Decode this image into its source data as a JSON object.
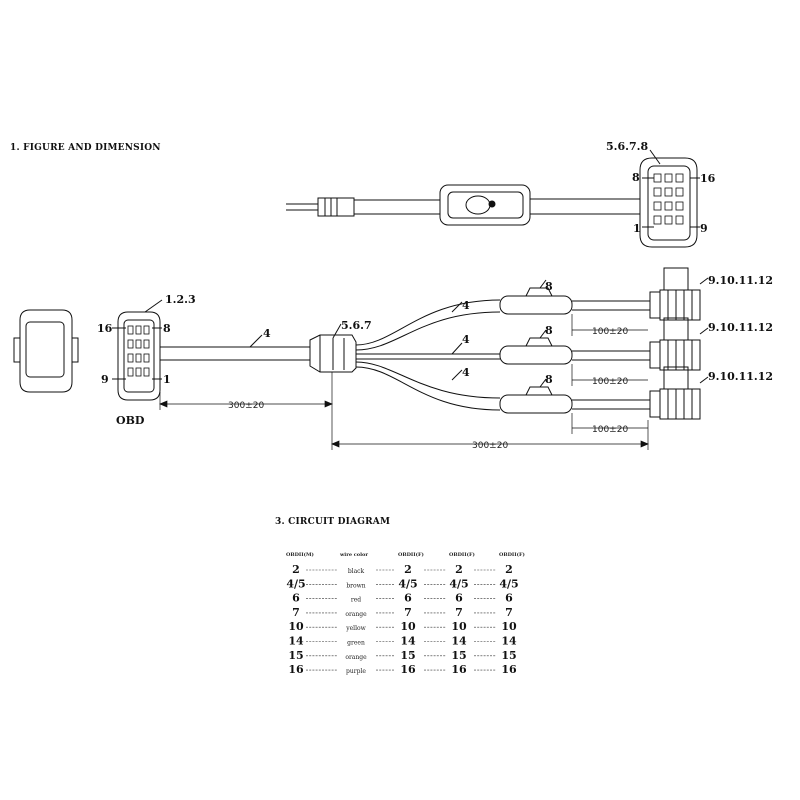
{
  "headings": {
    "figure": "1. FIGURE AND DIMENSION",
    "circuit": "3. CIRCUIT DIAGRAM"
  },
  "top_assembly": {
    "connector_label": "5.6.7.8",
    "pin_left": "8",
    "pin_right": "16",
    "pin_bottom_left": "1",
    "pin_bottom_right": "9"
  },
  "main_assembly": {
    "obd_label": "OBD",
    "obd_pins": "1.2.3",
    "obd_pin_16": "16",
    "obd_pin_8": "8",
    "obd_pin_9": "9",
    "obd_pin_1": "1",
    "cable_label": "4",
    "splitter_label": "5.6.7",
    "branch_labels": [
      "4",
      "4",
      "4"
    ],
    "switch_labels": [
      "8",
      "8",
      "8"
    ],
    "end_labels": [
      "9.10.11.12",
      "9.10.11.12",
      "9.10.11.12"
    ],
    "dim_main": "300±20",
    "dim_total": "300±20",
    "dim_branch": [
      "100±20",
      "100±20",
      "100±20"
    ]
  },
  "circuit": {
    "headers": [
      "OBDII(M)",
      "wire color",
      "OBDII(F)",
      "OBDII(F)",
      "OBDII(F)"
    ],
    "rows": [
      {
        "pin": "2",
        "color": "black",
        "f1": "2",
        "f2": "2",
        "f3": "2"
      },
      {
        "pin": "4/5",
        "color": "brown",
        "f1": "4/5",
        "f2": "4/5",
        "f3": "4/5"
      },
      {
        "pin": "6",
        "color": "red",
        "f1": "6",
        "f2": "6",
        "f3": "6"
      },
      {
        "pin": "7",
        "color": "orange",
        "f1": "7",
        "f2": "7",
        "f3": "7"
      },
      {
        "pin": "10",
        "color": "yellow",
        "f1": "10",
        "f2": "10",
        "f3": "10"
      },
      {
        "pin": "14",
        "color": "green",
        "f1": "14",
        "f2": "14",
        "f3": "14"
      },
      {
        "pin": "15",
        "color": "orange",
        "f1": "15",
        "f2": "15",
        "f3": "15"
      },
      {
        "pin": "16",
        "color": "purple",
        "f1": "16",
        "f2": "16",
        "f3": "16"
      }
    ]
  }
}
